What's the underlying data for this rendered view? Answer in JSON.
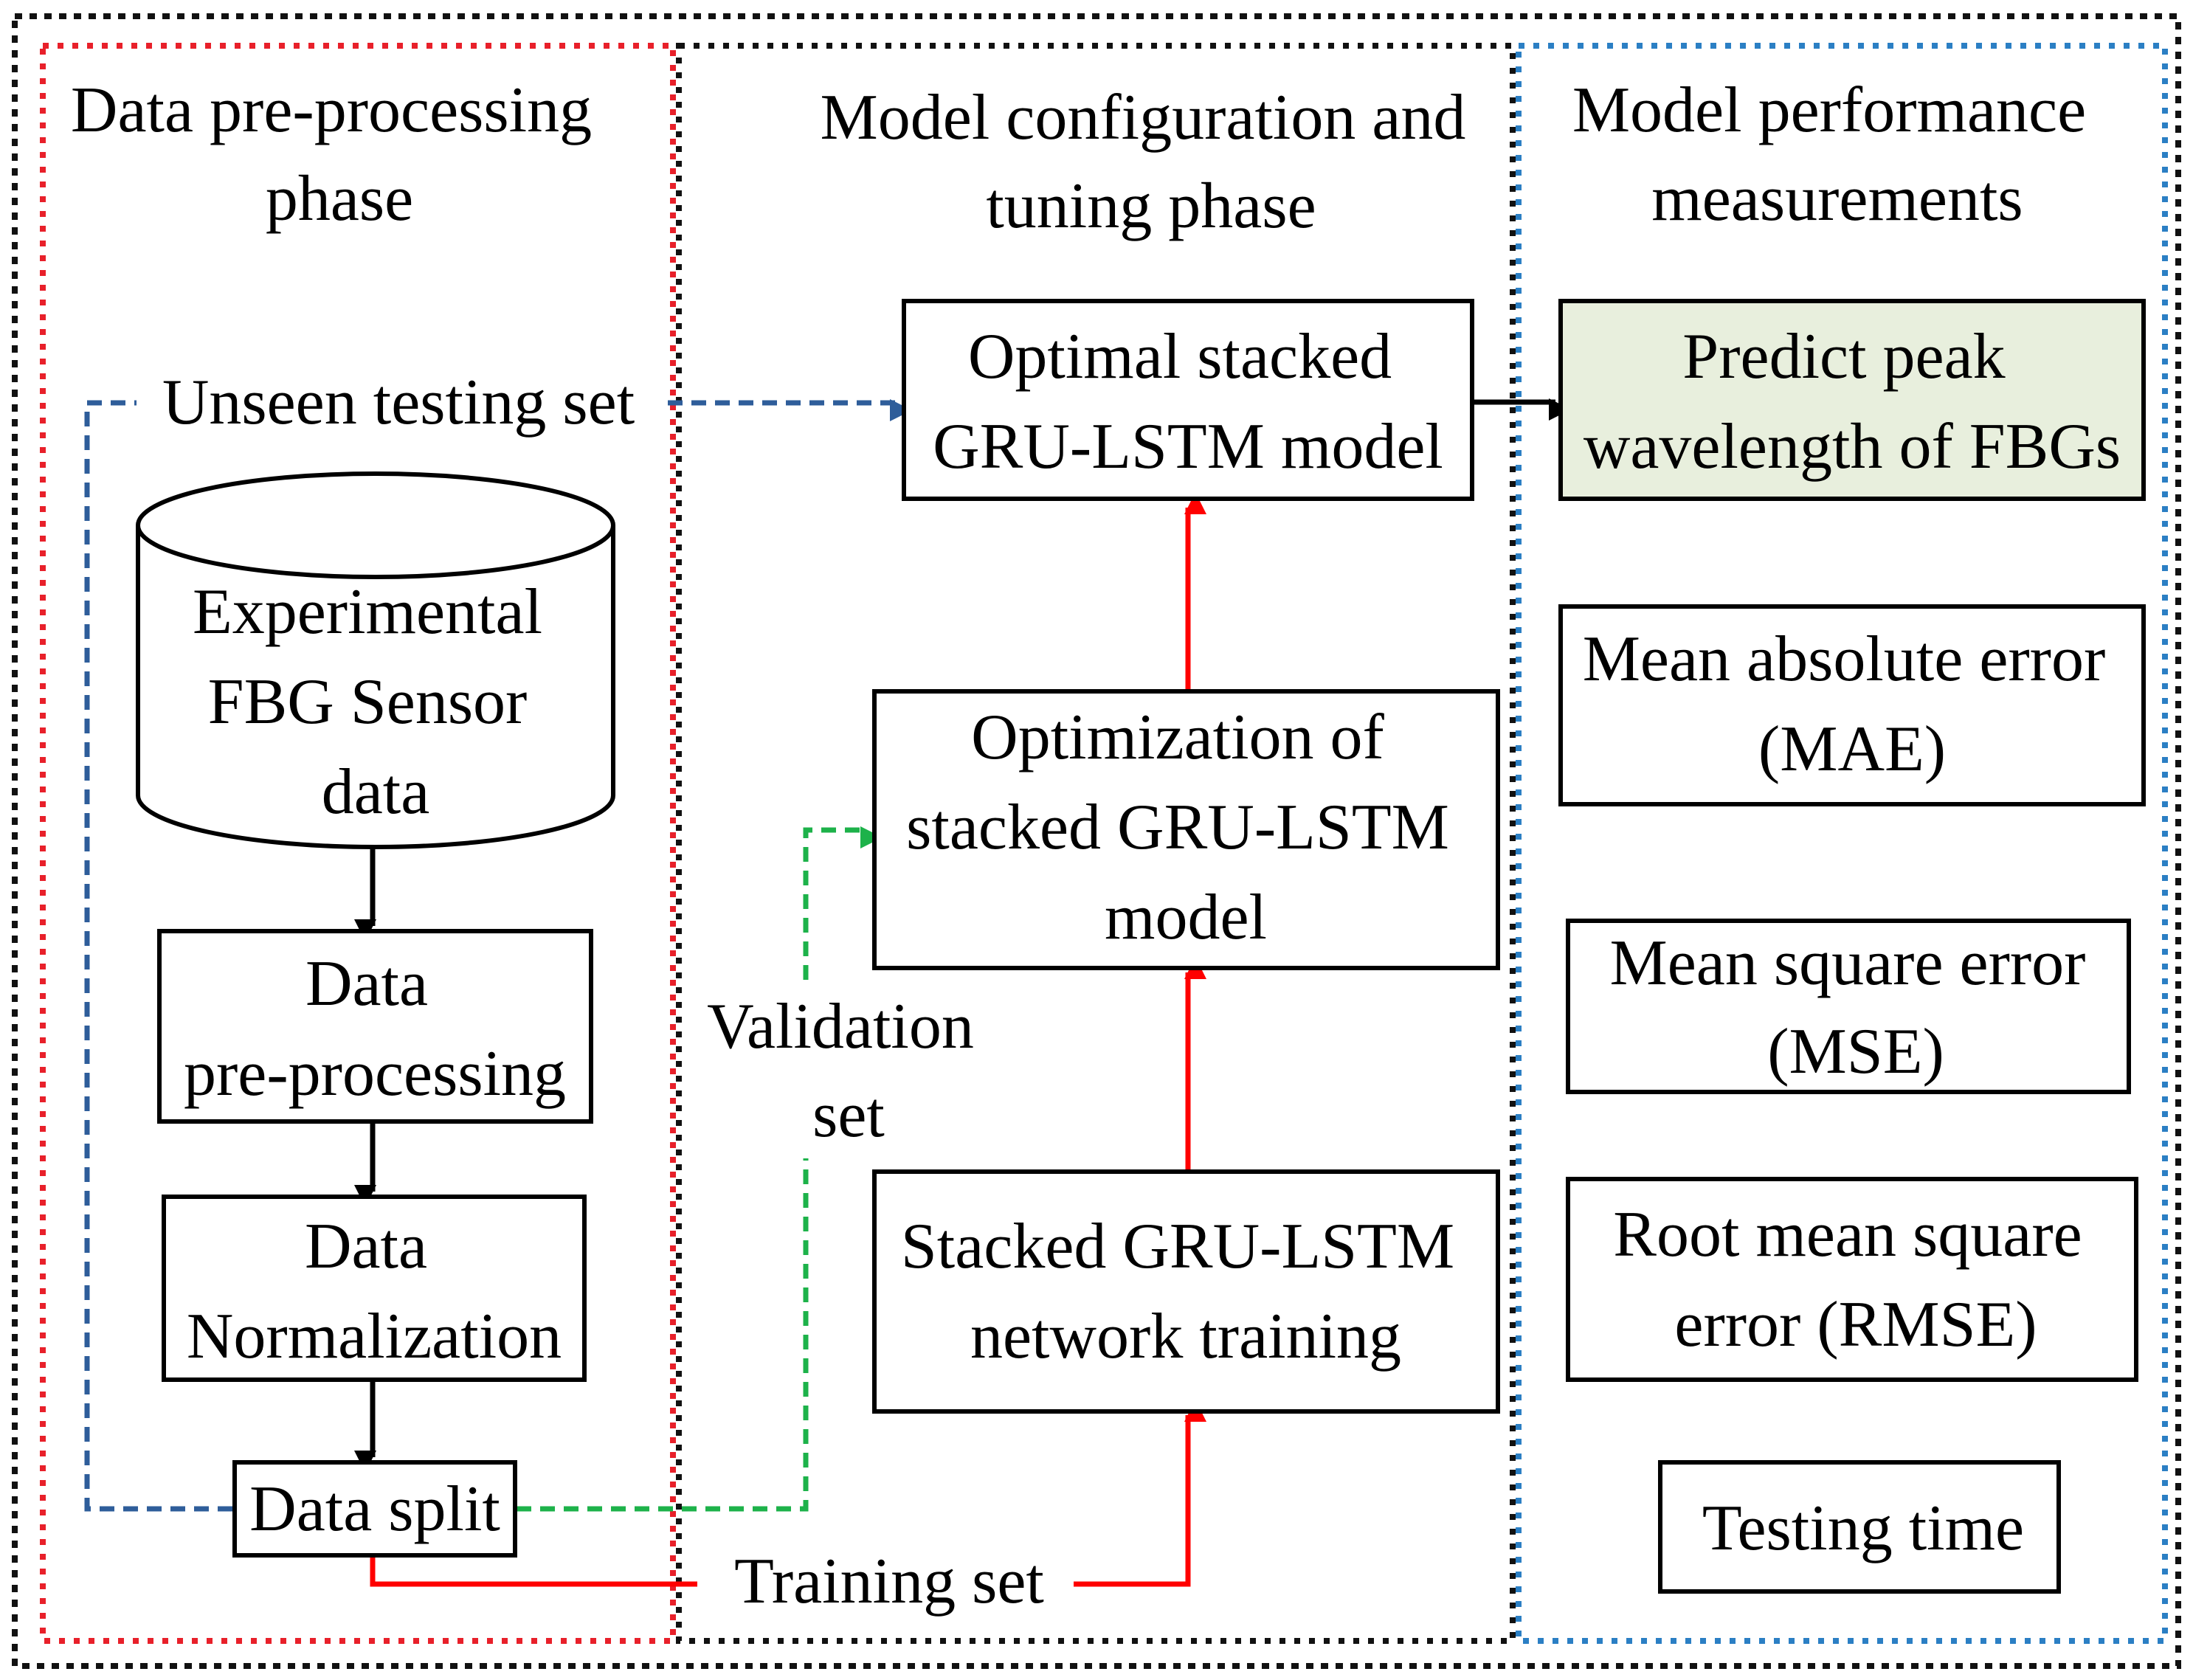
{
  "phases": {
    "preprocessing": {
      "line1": "Data pre-processing",
      "line2": "phase"
    },
    "configuration": {
      "line1": "Model configuration and",
      "line2": "tuning phase"
    },
    "performance": {
      "line1": "Model performance",
      "line2": "measurements"
    }
  },
  "nodes": {
    "experimental_data": {
      "line1": "Experimental",
      "line2": "FBG Sensor",
      "line3": "data"
    },
    "data_preprocessing": {
      "line1": "Data",
      "line2": "pre-processing"
    },
    "data_normalization": {
      "line1": "Data",
      "line2": "Normalization"
    },
    "data_split": {
      "label": "Data split"
    },
    "optimal_model": {
      "line1": "Optimal stacked",
      "line2": "GRU-LSTM model"
    },
    "optimization": {
      "line1": "Optimization of",
      "line2": "stacked GRU-LSTM",
      "line3": "model"
    },
    "network_training": {
      "line1": "Stacked GRU-LSTM",
      "line2": "network training"
    },
    "predict": {
      "line1": "Predict peak",
      "line2": "wavelength of FBGs"
    },
    "mae": {
      "line1": "Mean absolute error",
      "line2": "(MAE)"
    },
    "mse": {
      "line1": "Mean square error",
      "line2": "(MSE)"
    },
    "rmse": {
      "line1": "Root mean square",
      "line2": "error (RMSE)"
    },
    "testing_time": {
      "label": "Testing time"
    }
  },
  "edge_labels": {
    "unseen_testing_set": "Unseen testing set",
    "validation_set": {
      "line1": "Validation",
      "line2": "set"
    },
    "training_set": "Training set"
  },
  "colors": {
    "outer_border": "#111111",
    "preprocessing_border": "#e8202a",
    "configuration_border": "#111111",
    "performance_border": "#2b7fc4",
    "unseen_arrow": "#2e5d9a",
    "validation_arrow": "#1db24a",
    "training_arrow": "#ff0000",
    "flow_arrow": "#000000",
    "highlight_fill": "#e8efdd"
  }
}
